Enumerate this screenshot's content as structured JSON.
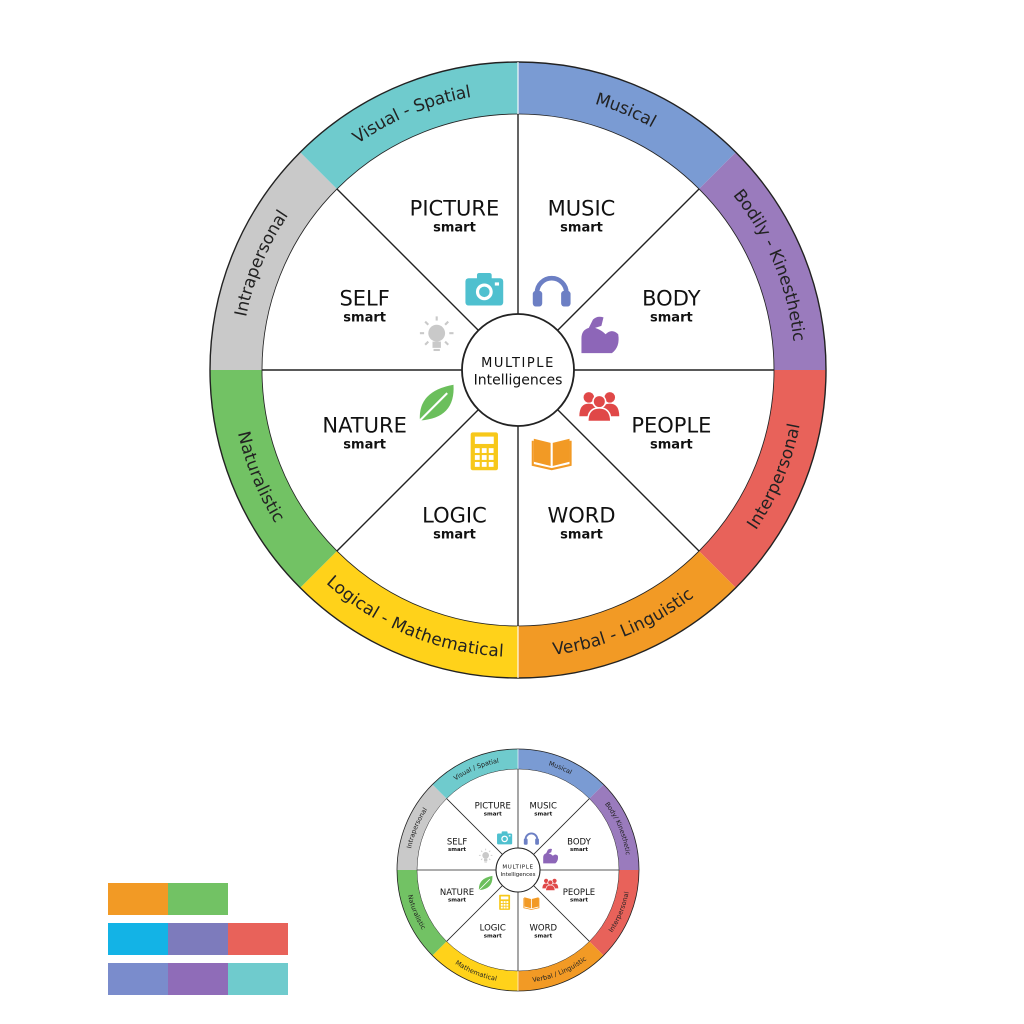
{
  "wheel": {
    "center_title": "MULTIPLE",
    "center_subtitle": "Intelligences",
    "segments": [
      {
        "key": "musical",
        "ring_label": "Musical",
        "title": "MUSIC",
        "sub": "smart",
        "color": "#7a9bd3",
        "icon": "headphones-icon",
        "icon_color": "#6c7fc4"
      },
      {
        "key": "bodily",
        "ring_label": "Bodily - Kinesthetic",
        "title": "BODY",
        "sub": "smart",
        "color": "#9a7bbd",
        "icon": "flexed-arm-icon",
        "icon_color": "#8d66b8"
      },
      {
        "key": "interpersonal",
        "ring_label": "Interpersonal",
        "title": "PEOPLE",
        "sub": "smart",
        "color": "#e8625a",
        "icon": "people-group-icon",
        "icon_color": "#e04848"
      },
      {
        "key": "verbal",
        "ring_label": "Verbal - Linguistic",
        "title": "WORD",
        "sub": "smart",
        "color": "#f29a25",
        "icon": "open-book-icon",
        "icon_color": "#f29a25"
      },
      {
        "key": "logical",
        "ring_label": "Logical - Mathematical",
        "title": "LOGIC",
        "sub": "smart",
        "color": "#ffd21a",
        "icon": "calculator-icon",
        "icon_color": "#f7c81a"
      },
      {
        "key": "naturalistic",
        "ring_label": "Naturalistic",
        "title": "NATURE",
        "sub": "smart",
        "color": "#72c264",
        "icon": "leaf-icon",
        "icon_color": "#6bbf5c"
      },
      {
        "key": "intrapersonal",
        "ring_label": "Intrapersonal",
        "title": "SELF",
        "sub": "smart",
        "color": "#c9c9c9",
        "icon": "lightbulb-icon",
        "icon_color": "#c9c9c9"
      },
      {
        "key": "visual",
        "ring_label": "Visual - Spatial",
        "title": "PICTURE",
        "sub": "smart",
        "color": "#6fcbcd",
        "icon": "camera-icon",
        "icon_color": "#4fc0cf"
      }
    ]
  },
  "small_wheel": {
    "center_title": "MULTIPLE",
    "center_subtitle": "Intelligences",
    "ring_labels": [
      "Musical",
      "Body/ Kinesthetic",
      "Interpersonal",
      "Verbal / Linguistic",
      "Mathematical",
      "Naturalistic",
      "Intrapersonal",
      "Visual / Spatial"
    ]
  },
  "palette_rows": [
    [
      "#f29a25",
      "#72c264"
    ],
    [
      "#13b3e6",
      "#7d7bbc",
      "#e8625a"
    ],
    [
      "#7a8ccc",
      "#8f6cb8",
      "#6fcbcd"
    ]
  ]
}
